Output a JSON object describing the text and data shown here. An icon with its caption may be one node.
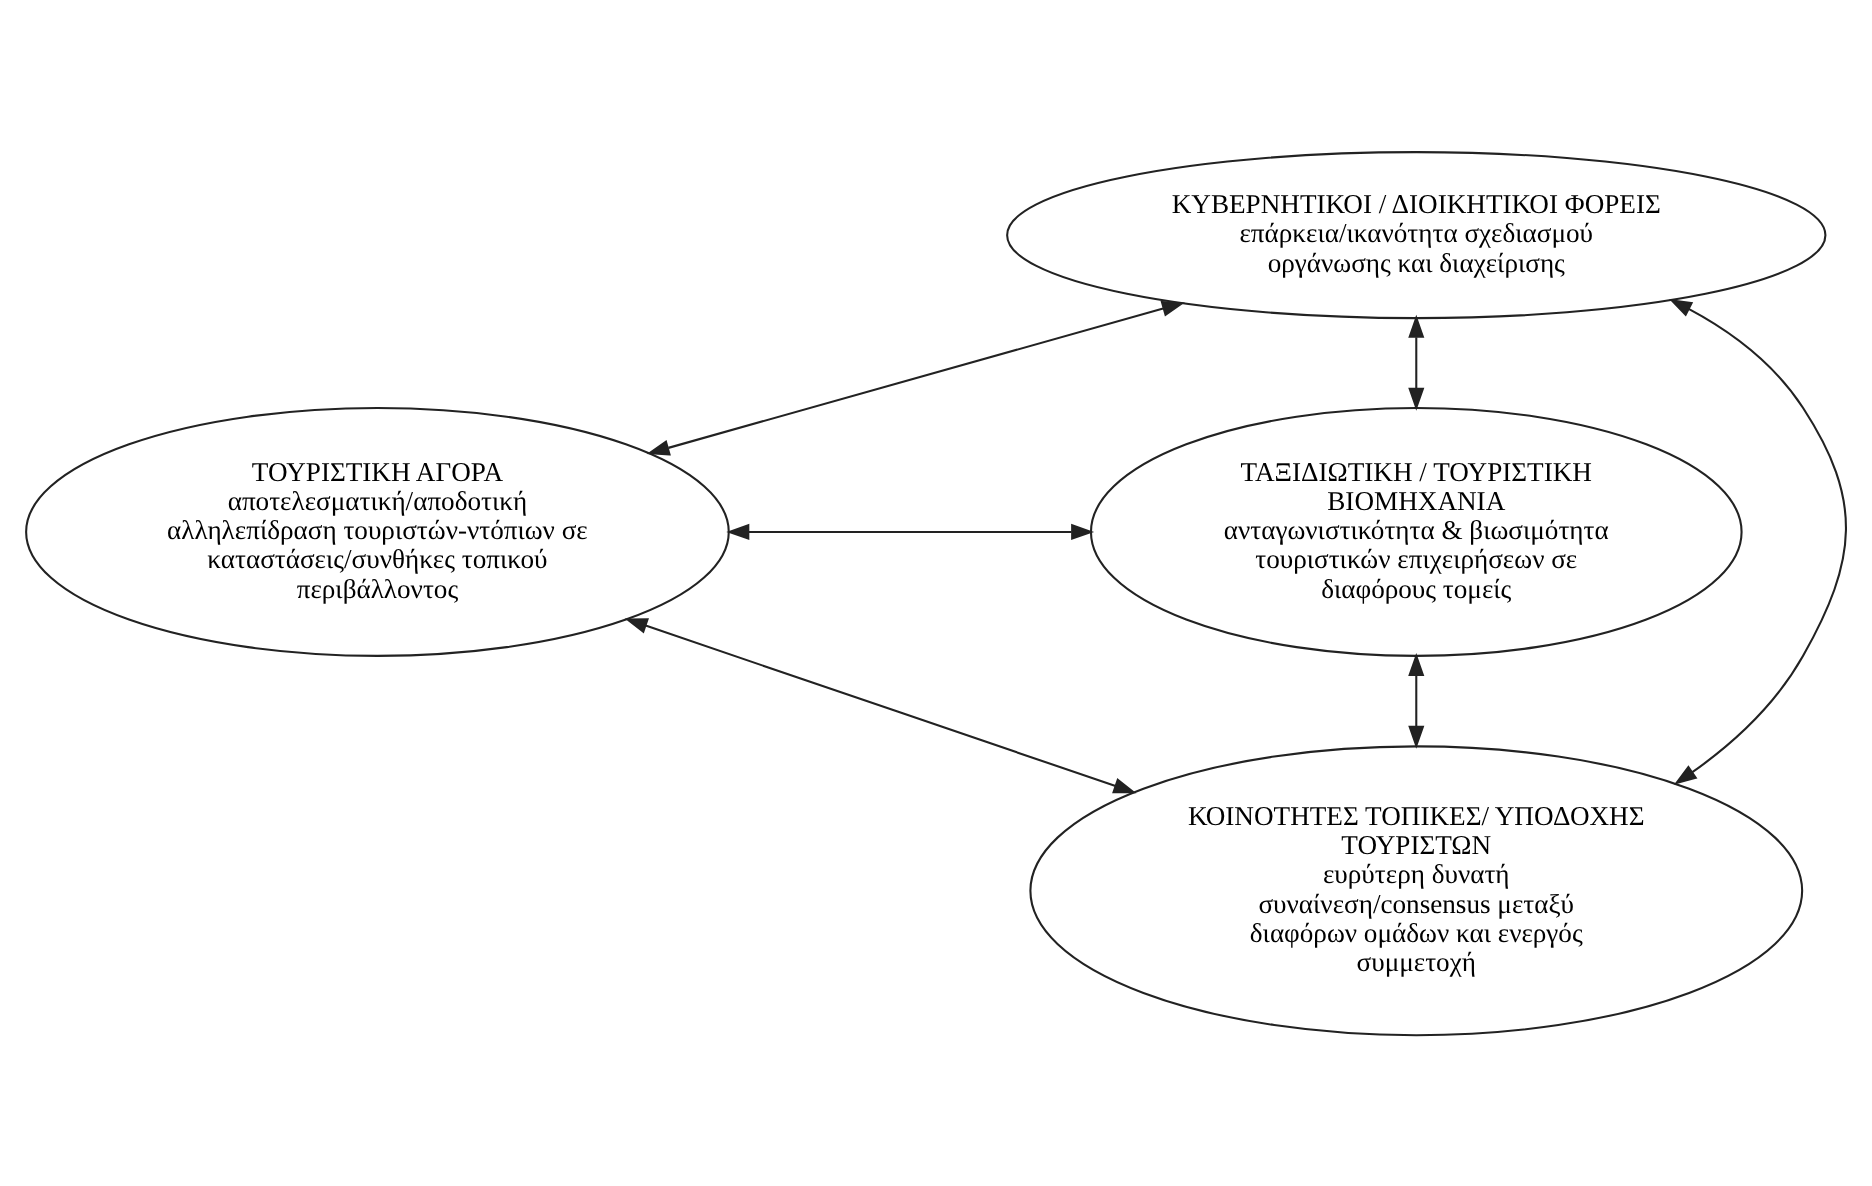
{
  "diagram": {
    "nodes": [
      {
        "text": [
          "ΚΥΒΕΡΝΗΤΙΚΟΙ / ΔΙΟΙΚΗΤΙΚΟΙ ΦΟΡΕΙΣ",
          "επάρκεια/ικανότητα σχεδιασμού οργάνωσης και διαχείρισης"
        ]
      },
      {
        "text": [
          "ΤΟΥΡΙΣΤΙΚΗ ΑΓΟΡΑ",
          "αποτελεσματική/αποδοτική αλληλεπίδραση τουριστών-ντόπιων σε καταστάσεις/συνθήκες τοπικού περιβάλλοντος"
        ]
      },
      {
        "text": [
          "ΤΑΞΙΔΙΩΤΙΚΗ / ΤΟΥΡΙΣΤΙΚΗ ΒΙΟΜΗΧΑΝΙΑ",
          "ανταγωνιστικότητα & βιωσιμότητα τουριστικών επιχειρήσεων σε διαφόρους τομείς"
        ]
      },
      {
        "text": [
          "ΚΟΙΝΟΤΗΤΕΣ ΤΟΠΙΚΕΣ/ ΥΠΟΔΟΧΗΣ ΤΟΥΡΙΣΤΩΝ",
          "ευρύτερη δυνατή συναίνεση/consensus μεταξύ διαφόρων ομάδων και ενεργός συμμετοχή"
        ]
      }
    ],
    "edges": [
      {
        "from": 0,
        "to": 1,
        "arrow": "both"
      },
      {
        "from": 0,
        "to": 2,
        "arrow": "both"
      },
      {
        "from": 1,
        "to": 3,
        "arrow": "both"
      },
      {
        "from": 2,
        "to": 3,
        "arrow": "both"
      },
      {
        "from": 0,
        "to": 3,
        "arrow": "both"
      },
      {
        "from": 1,
        "to": 2,
        "arrow": "both"
      }
    ]
  }
}
